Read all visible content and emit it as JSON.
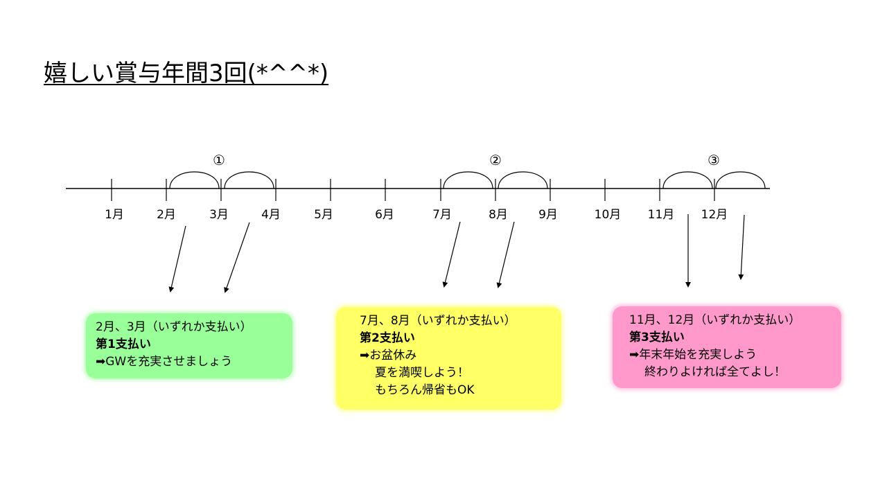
{
  "title": "嬉しい賞与年間3回(*^^*)",
  "months": [
    "1月",
    "2月",
    "3月",
    "4月",
    "5月",
    "6月",
    "7月",
    "8月",
    "9月",
    "10月",
    "11月",
    "12月"
  ],
  "periods": [
    {
      "marker": "①",
      "months": [
        "2月",
        "3月"
      ]
    },
    {
      "marker": "②",
      "months": [
        "7月",
        "8月"
      ]
    },
    {
      "marker": "③",
      "months": [
        "11月",
        "12月"
      ]
    }
  ],
  "notes": [
    {
      "header": "2月、3月（いずれか支払い）",
      "heading": "第1支払い",
      "lines": [
        "➡GWを充実させましょう"
      ],
      "color": "#99ff99"
    },
    {
      "header": "7月、8月（いずれか支払い）",
      "heading": "第2支払い",
      "lines": [
        "➡お盆休み",
        "夏を満喫しよう！",
        "もちろん帰省もOK"
      ],
      "color": "#ffff66"
    },
    {
      "header": "11月、12月（いずれか支払い）",
      "heading": "第3支払い",
      "lines": [
        "➡年末年始を充実しよう",
        "終わりよければ全てよし！"
      ],
      "color": "#ff99cc"
    }
  ]
}
